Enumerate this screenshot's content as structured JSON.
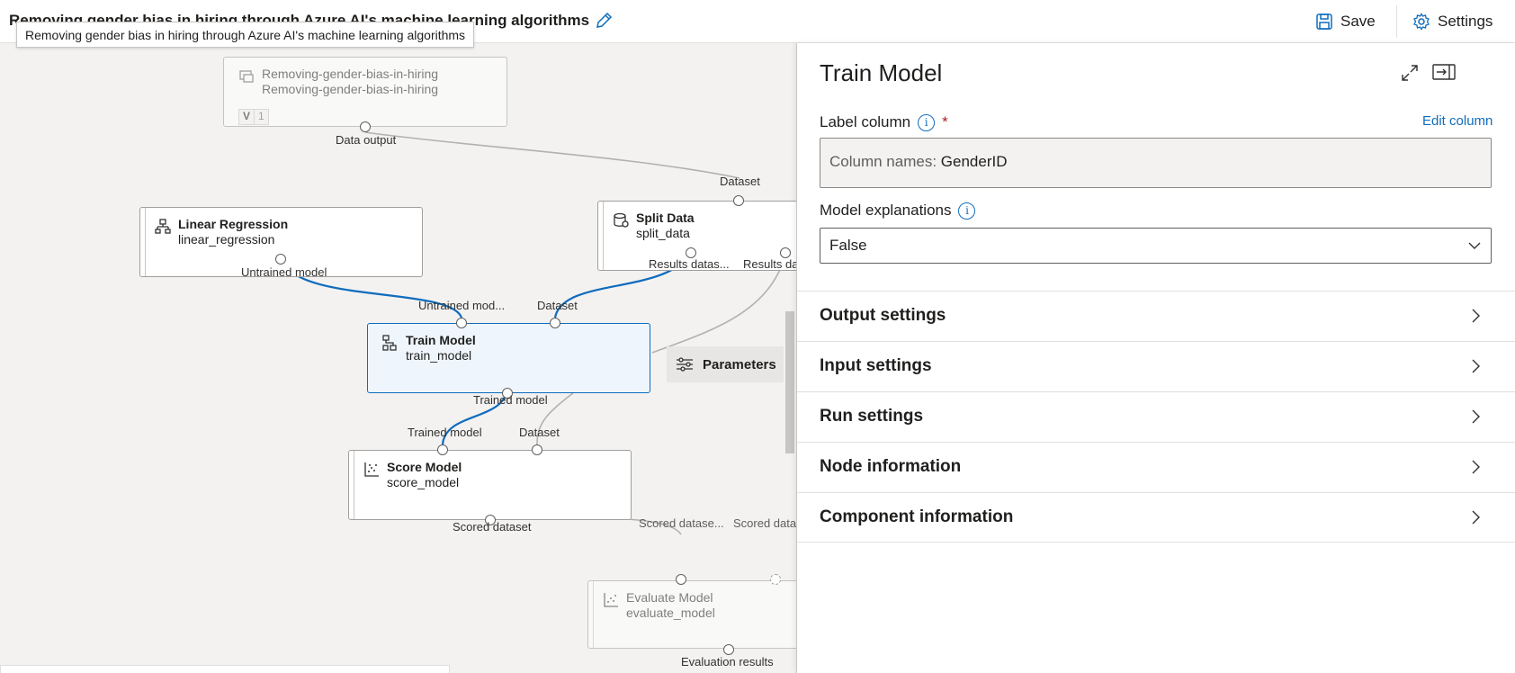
{
  "topbar": {
    "title": "Removing gender bias in hiring through Azure AI's machine learning algorithms",
    "save_label": "Save",
    "settings_label": "Settings",
    "tooltip": "Removing gender bias in hiring through Azure AI's machine learning algorithms"
  },
  "canvas": {
    "parameters_label": "Parameters",
    "nodes": {
      "dataset": {
        "title": "Removing-gender-bias-in-hiring",
        "subtitle": "Removing-gender-bias-in-hiring",
        "version_prefix": "V",
        "version": "1",
        "output_label": "Data output"
      },
      "linear": {
        "title": "Linear Regression",
        "subtitle": "linear_regression",
        "output_label": "Untrained model"
      },
      "split": {
        "title": "Split Data",
        "subtitle": "split_data",
        "input_label": "Dataset",
        "output1_label": "Results datas...",
        "output2_label": "Results da"
      },
      "train": {
        "title": "Train Model",
        "subtitle": "train_model",
        "input1_label": "Untrained mod...",
        "input2_label": "Dataset",
        "output_label": "Trained model"
      },
      "score": {
        "title": "Score Model",
        "subtitle": "score_model",
        "input1_label": "Trained model",
        "input2_label": "Dataset",
        "output_label": "Scored dataset"
      },
      "evaluate": {
        "title": "Evaluate Model",
        "subtitle": "evaluate_model",
        "input1_label": "Scored datase...",
        "input2_label": "Scored data",
        "output_label": "Evaluation results"
      }
    }
  },
  "panel": {
    "title": "Train Model",
    "label_column": {
      "label": "Label column",
      "required_mark": "*",
      "edit_link": "Edit column",
      "value_prefix": "Column names:",
      "value": "GenderID"
    },
    "model_explanations": {
      "label": "Model explanations",
      "value": "False"
    },
    "sections": [
      "Output settings",
      "Input settings",
      "Run settings",
      "Node information",
      "Component information"
    ]
  },
  "colors": {
    "accent": "#0f6cbd",
    "selected_wire": "#0f6cbd",
    "wire": "#b3b0ad"
  }
}
